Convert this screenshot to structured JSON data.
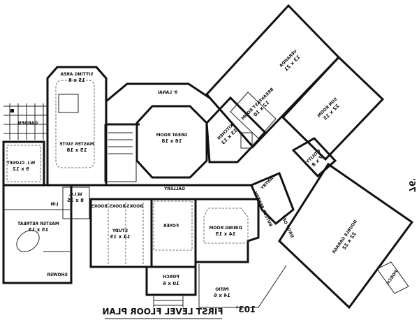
{
  "title": "FIRST LEVEL FLOOR PLAN",
  "width_dimension": "103'",
  "depth_dimension": "76'",
  "rooms": {
    "sitting_area": {
      "name": "SITTING AREA",
      "size": "15 x 8"
    },
    "master_suite": {
      "name": "MASTER SUITE",
      "size": "15 x 18"
    },
    "wi_closet": {
      "name": "W.I. CLOSET",
      "size": "9 x 12"
    },
    "garden": {
      "name": "GARDEN"
    },
    "lanai": {
      "name": "8' LANAI"
    },
    "great_room": {
      "name": "GREAT ROOM",
      "size": "16 x 18"
    },
    "veranda": {
      "name": "VERANDA",
      "size": "13 x 21"
    },
    "breakfast_room": {
      "name": "BREAKFAST ROOM",
      "size": "12 x 10"
    },
    "kitchen": {
      "name": "KITCHEN",
      "size": "15 x 13"
    },
    "sun_room": {
      "name": "SUN ROOM",
      "size": "22 x 15"
    },
    "utility": {
      "name": "UTILITY",
      "size": "7 x 8"
    },
    "gallery": {
      "name": "GALLERY"
    },
    "master_retreat": {
      "name": "MASTER RETREAT",
      "size": "15 x 15"
    },
    "wic": {
      "name": "W.I.C.",
      "size": "8 x 15"
    },
    "lin": {
      "name": "LIN"
    },
    "shower": {
      "name": "SHOWER"
    },
    "books": [
      "BOOKS",
      "BOOKS",
      "BOOKS"
    ],
    "study": {
      "name": "STUDY",
      "size": "14 x 15"
    },
    "foyer": {
      "name": "FOYER"
    },
    "dining_room": {
      "name": "DINING ROOM",
      "size": "14 x 15"
    },
    "porch_front": {
      "name": "PORCH",
      "size": "10 x 6"
    },
    "patio": {
      "name": "PATIO",
      "size": "14 x 6"
    },
    "butler_pantry": {
      "name": "BUTLER PANTRY"
    },
    "pantry": {
      "name": "PANTRY"
    },
    "drop_off": {
      "name": "DROP OFF"
    },
    "double_garage": {
      "name": "DOUBLE GARAGE",
      "size": "22 x 22"
    },
    "porch_garage": {
      "name": "PORCH"
    }
  }
}
